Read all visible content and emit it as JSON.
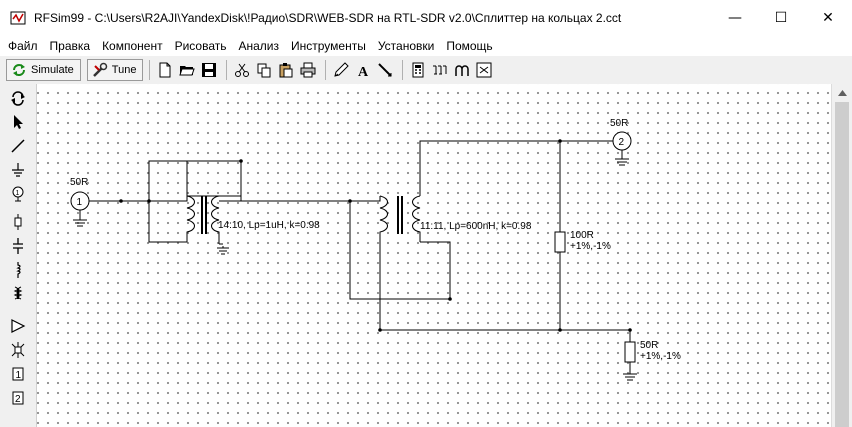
{
  "window": {
    "title": "RFSim99 - C:\\Users\\R2AJI\\YandexDisk\\!Радио\\SDR\\WEB-SDR на RTL-SDR v2.0\\Сплиттер на кольцах 2.cct",
    "minimize_glyph": "—",
    "maximize_glyph": "☐",
    "close_glyph": "✕"
  },
  "menu": [
    "Файл",
    "Правка",
    "Компонент",
    "Рисовать",
    "Анализ",
    "Инструменты",
    "Установки",
    "Помощь"
  ],
  "toolbar": {
    "simulate_label": "Simulate",
    "tune_label": "Tune",
    "icons": [
      "new-file-icon",
      "open-folder-icon",
      "save-disk-icon",
      "cut-icon",
      "copy-icon",
      "paste-icon",
      "print-icon",
      "edit-pen-icon",
      "text-icon",
      "draw-line-icon",
      "calculator-icon",
      "filter-icon",
      "ring-icon",
      "smith-chart-icon"
    ]
  },
  "palette": [
    "rotate-icon",
    "pointer-icon",
    "wire-icon",
    "ground-icon",
    "probe-icon",
    "resistor-icon",
    "capacitor-icon",
    "inductor-icon",
    "transformer-icon",
    "amplifier-icon",
    "coupler-icon",
    "port-1-icon",
    "port-2-icon"
  ],
  "schematic": {
    "port1": {
      "number": "1",
      "impedance": "50R"
    },
    "port2": {
      "number": "2",
      "impedance": "50R"
    },
    "transformer1_label": "14:10, Lp=1uH, k=0.98",
    "transformer2_label": "11:11, Lp=600nH, k=0.98",
    "resistor1": {
      "value": "100R",
      "tolerance": "+1%,-1%"
    },
    "resistor2": {
      "value": "50R",
      "tolerance": "+1%,-1%"
    }
  }
}
